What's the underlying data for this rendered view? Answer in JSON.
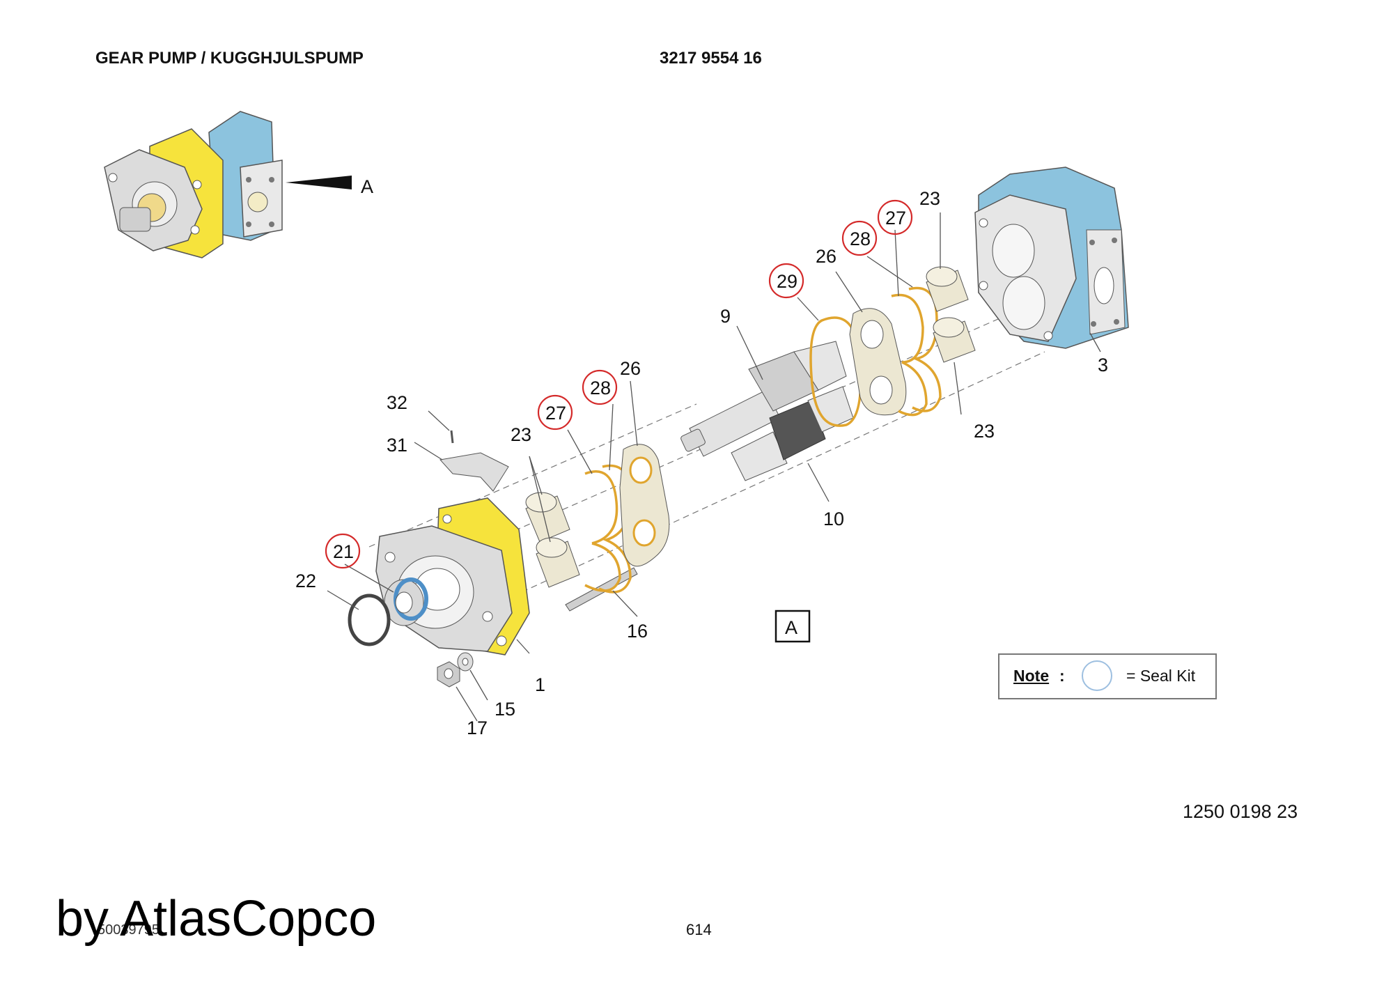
{
  "header": {
    "title": "GEAR PUMP / KUGGHJULSPUMP",
    "part_number": "3217 9554 16"
  },
  "view_marker": "A",
  "section_marker": "A",
  "callouts": {
    "c1": "1",
    "c3": "3",
    "c9": "9",
    "c10": "10",
    "c15": "15",
    "c16": "16",
    "c17": "17",
    "c21": "21",
    "c22": "22",
    "c23a": "23",
    "c23b": "23",
    "c23c": "23",
    "c26a": "26",
    "c26b": "26",
    "c27a": "27",
    "c27b": "27",
    "c28a": "28",
    "c28b": "28",
    "c29": "29",
    "c31": "31",
    "c32": "32"
  },
  "note": {
    "label": "Note",
    "colon": ":",
    "text": "= Seal Kit"
  },
  "reference_number": "1250 0198 23",
  "page_number": "614",
  "document_id": "50039795",
  "watermark": "by AtlasCopco",
  "colors": {
    "flange_yellow": "#f6e33c",
    "housing_blue": "#8cc3de",
    "seal_ring": "#e0a52e",
    "seal_kit_circle": "#d42a2a",
    "metal_grey": "#d8d8d8",
    "bushing_beige": "#ece7d2"
  }
}
